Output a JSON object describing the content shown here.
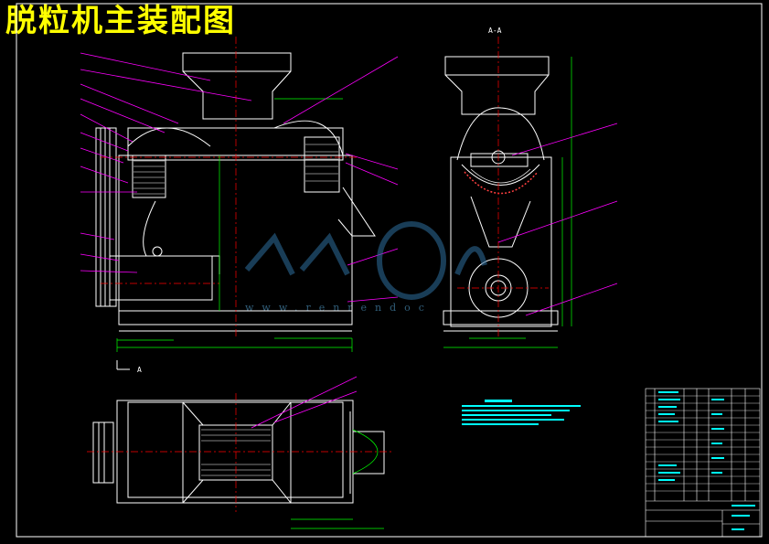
{
  "drawing": {
    "title": "脱粒机主装配图",
    "section_view_label": "A-A",
    "section_arrow_label": "A",
    "watermark_text": "www.renrendoc",
    "colors": {
      "background": "#000000",
      "title": "#ffff00",
      "outline": "#ffffff",
      "leader": "#ff00ff",
      "dimension": "#00ff00",
      "centerline": "#ff0000",
      "hidden": "#00ffff",
      "watermark": "#2f6f9f"
    }
  }
}
